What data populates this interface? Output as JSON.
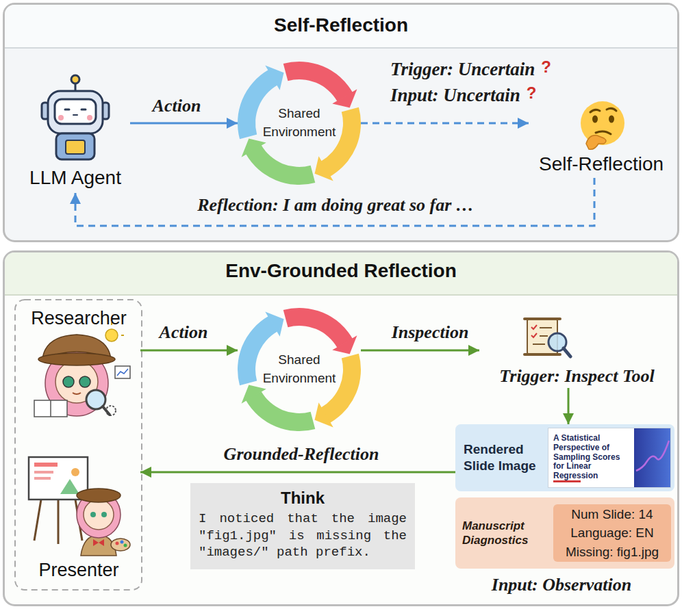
{
  "diagram": {
    "nodes": [
      {
        "text": [
          "Self-Reflection"
        ]
      },
      {
        "text": [
          "LLM Agent"
        ],
        "in": 0
      },
      {
        "text": [
          "Shared Environment"
        ],
        "in": 0
      },
      {
        "text": [
          "Self-Reflection"
        ],
        "in": 0
      },
      {
        "text": [
          "Env-Grounded Reflection"
        ]
      },
      {
        "text": [
          "Researcher"
        ],
        "in": 4
      },
      {
        "text": [
          "Presenter"
        ],
        "in": 4
      },
      {
        "text": [
          "Shared Environment"
        ],
        "in": 4
      },
      {
        "text": [
          "Trigger: Inspect Tool"
        ],
        "in": 4
      },
      {
        "text": [
          "Rendered Slide Image"
        ],
        "in": 4
      },
      {
        "text": [
          "A Statistical Perspective of Sampling Scores for Linear Regression"
        ],
        "in": 9
      },
      {
        "text": [
          "Manuscript Diagnostics"
        ],
        "in": 4
      },
      {
        "text": [
          "Num Slide: 14",
          "Language: EN",
          "Missing: fig1.jpg"
        ],
        "in": 11
      },
      {
        "text": [
          "Think",
          "I noticed that the image \"fig1.jpg\" is missing the \"images/\" path prefix."
        ],
        "in": 4
      }
    ],
    "edges": [
      {
        "from": 1,
        "to": 2,
        "label": "Action",
        "arrow": "to"
      },
      {
        "from": 2,
        "to": 3,
        "arrow": "to"
      },
      {
        "from": 3,
        "to": 1,
        "label": "Reflection: I am doing great so far …",
        "arrow": "to"
      },
      {
        "from": 5,
        "to": 7,
        "label": "Action",
        "arrow": "to"
      },
      {
        "from": 7,
        "to": 8,
        "label": "Inspection",
        "arrow": "to"
      },
      {
        "from": 8,
        "to": 9,
        "arrow": "to"
      },
      {
        "from": 9,
        "to": 6,
        "label": "Grounded-Reflection",
        "arrow": "to"
      }
    ],
    "labels": [
      "Trigger: Uncertain",
      "?",
      "Input: Uncertain",
      "?",
      "Input: Observation"
    ]
  }
}
